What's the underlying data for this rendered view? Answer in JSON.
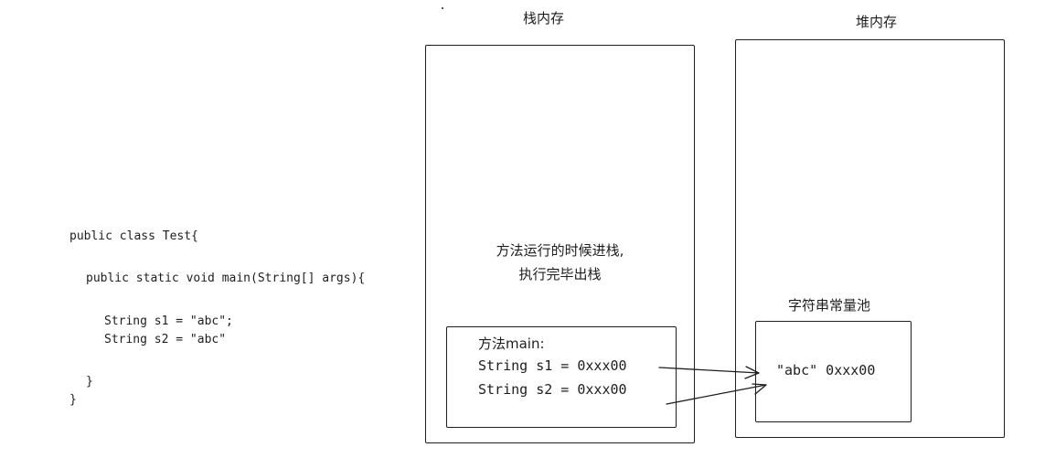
{
  "code": {
    "lines": [
      "public class Test{",
      "public static void main(String[] args){",
      "String s1 = \"abc\";",
      "String s2 = \"abc\"",
      "}",
      "}"
    ]
  },
  "stack": {
    "title": "栈内存",
    "note_line1": "方法运行的时候进栈,",
    "note_line2": "执行完毕出栈",
    "frame": {
      "title": "方法main:",
      "var1": "String s1 = 0xxx00",
      "var2": "String s2 = 0xxx00"
    }
  },
  "heap": {
    "title": "堆内存",
    "pool_title": "字符串常量池",
    "entry": "\"abc\" 0xxx00"
  }
}
